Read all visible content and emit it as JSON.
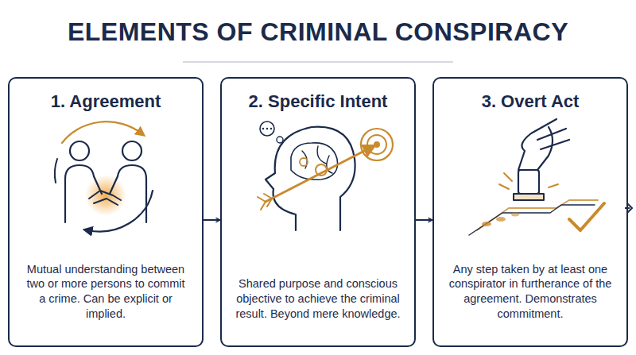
{
  "diagram": {
    "title": "ELEMENTS OF CRIMINAL CONSPIRACY",
    "nodes": [
      {
        "text": [
          "1. Agreement",
          "Mutual understanding between two or more persons to commit a crime. Can be explicit or implied."
        ]
      },
      {
        "text": [
          "2. Specific Intent",
          "Shared purpose and conscious objective to achieve the criminal result. Beyond mere knowledge."
        ]
      },
      {
        "text": [
          "3. Overt Act",
          "Any step taken by at least one conspirator in furtherance of the agreement. Demonstrates commitment."
        ]
      }
    ],
    "edges": [
      {
        "from": 0,
        "to": 1,
        "arrow": "to"
      },
      {
        "from": 1,
        "to": 2,
        "arrow": "to"
      }
    ]
  }
}
